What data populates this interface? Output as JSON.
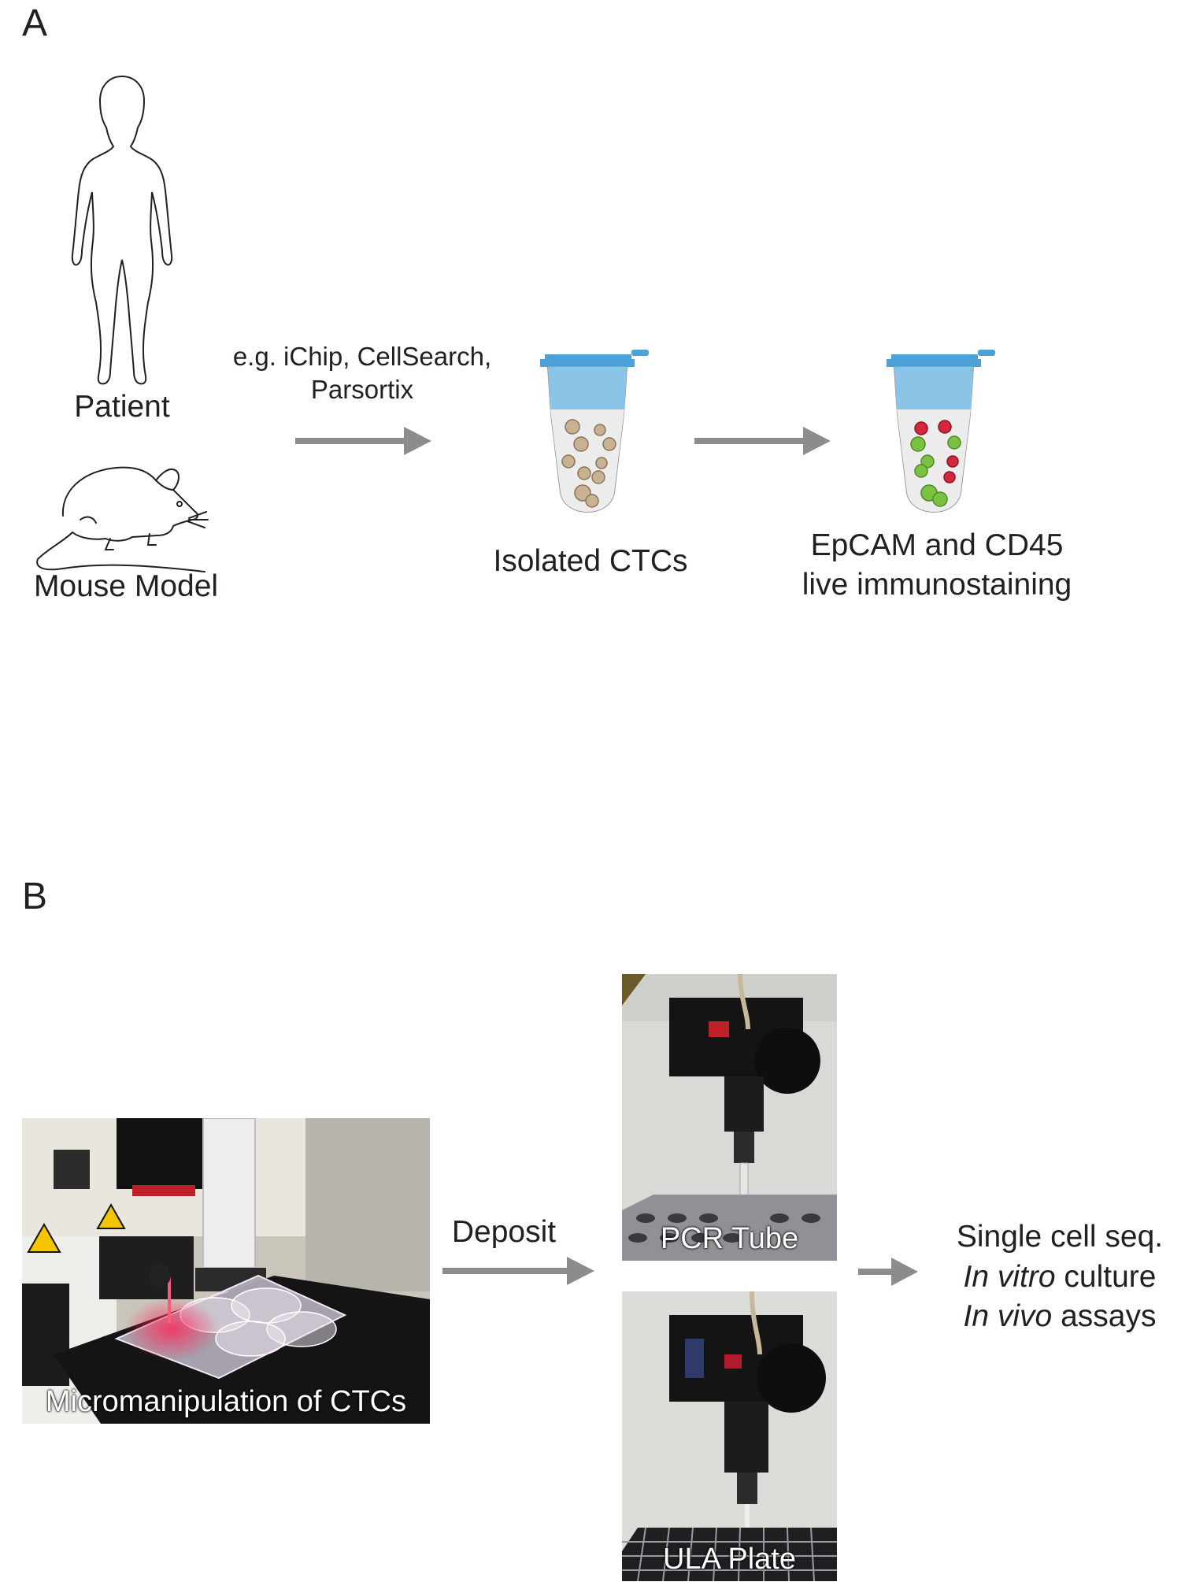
{
  "panels": {
    "a": {
      "letter": "A"
    },
    "b": {
      "letter": "B"
    }
  },
  "panel_a": {
    "source_patient": "Patient",
    "source_mouse": "Mouse Model",
    "method_line1": "e.g. iChip, CellSearch,",
    "method_line2": "Parsortix",
    "isolated": "Isolated CTCs",
    "stain_line1": "EpCAM and CD45",
    "stain_line2": "live immunostaining"
  },
  "panel_b": {
    "micromanipulation": "Micromanipulation of CTCs",
    "deposit": "Deposit",
    "pcr_tube": "PCR Tube",
    "ula_plate": "ULA Plate",
    "outcome1": "Single cell seq.",
    "outcome2_italic": "In vitro",
    "outcome2_rest": " culture",
    "outcome3_italic": "In vivo",
    "outcome3_rest": " assays"
  },
  "colors": {
    "arrow": "#8c8c8c",
    "tube_liquid": "#8cc4e8",
    "tube_cap": "#4aa2d9",
    "cell_tan": "#c7b393",
    "cell_red": "#d6283c",
    "cell_green": "#7cc242"
  }
}
